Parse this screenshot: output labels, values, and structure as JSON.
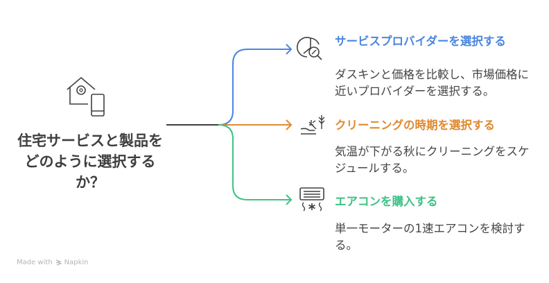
{
  "root": {
    "title": "住宅サービスと製品をどのように選択するか？",
    "icon": "smart-home-icon"
  },
  "branches": [
    {
      "title": "サービスプロバイダーを選択する",
      "description": "ダスキンと価格を比較し、市場価格に近いプロバイダーを選択する。",
      "icon": "price-analysis-icon",
      "color": "#4a86e0"
    },
    {
      "title": "クリーニングの時期を選択する",
      "description": "気温が下がる秋にクリーニングをスケジュールする。",
      "icon": "autumn-wind-icon",
      "color": "#e0892f"
    },
    {
      "title": "エアコンを購入する",
      "description": "単一モーターの1速エアコンを検討する。",
      "icon": "air-conditioner-icon",
      "color": "#3ec185"
    }
  ],
  "connector_color": "#3f3f3f",
  "watermark": {
    "prefix": "Made with",
    "brand": "Napkin"
  }
}
